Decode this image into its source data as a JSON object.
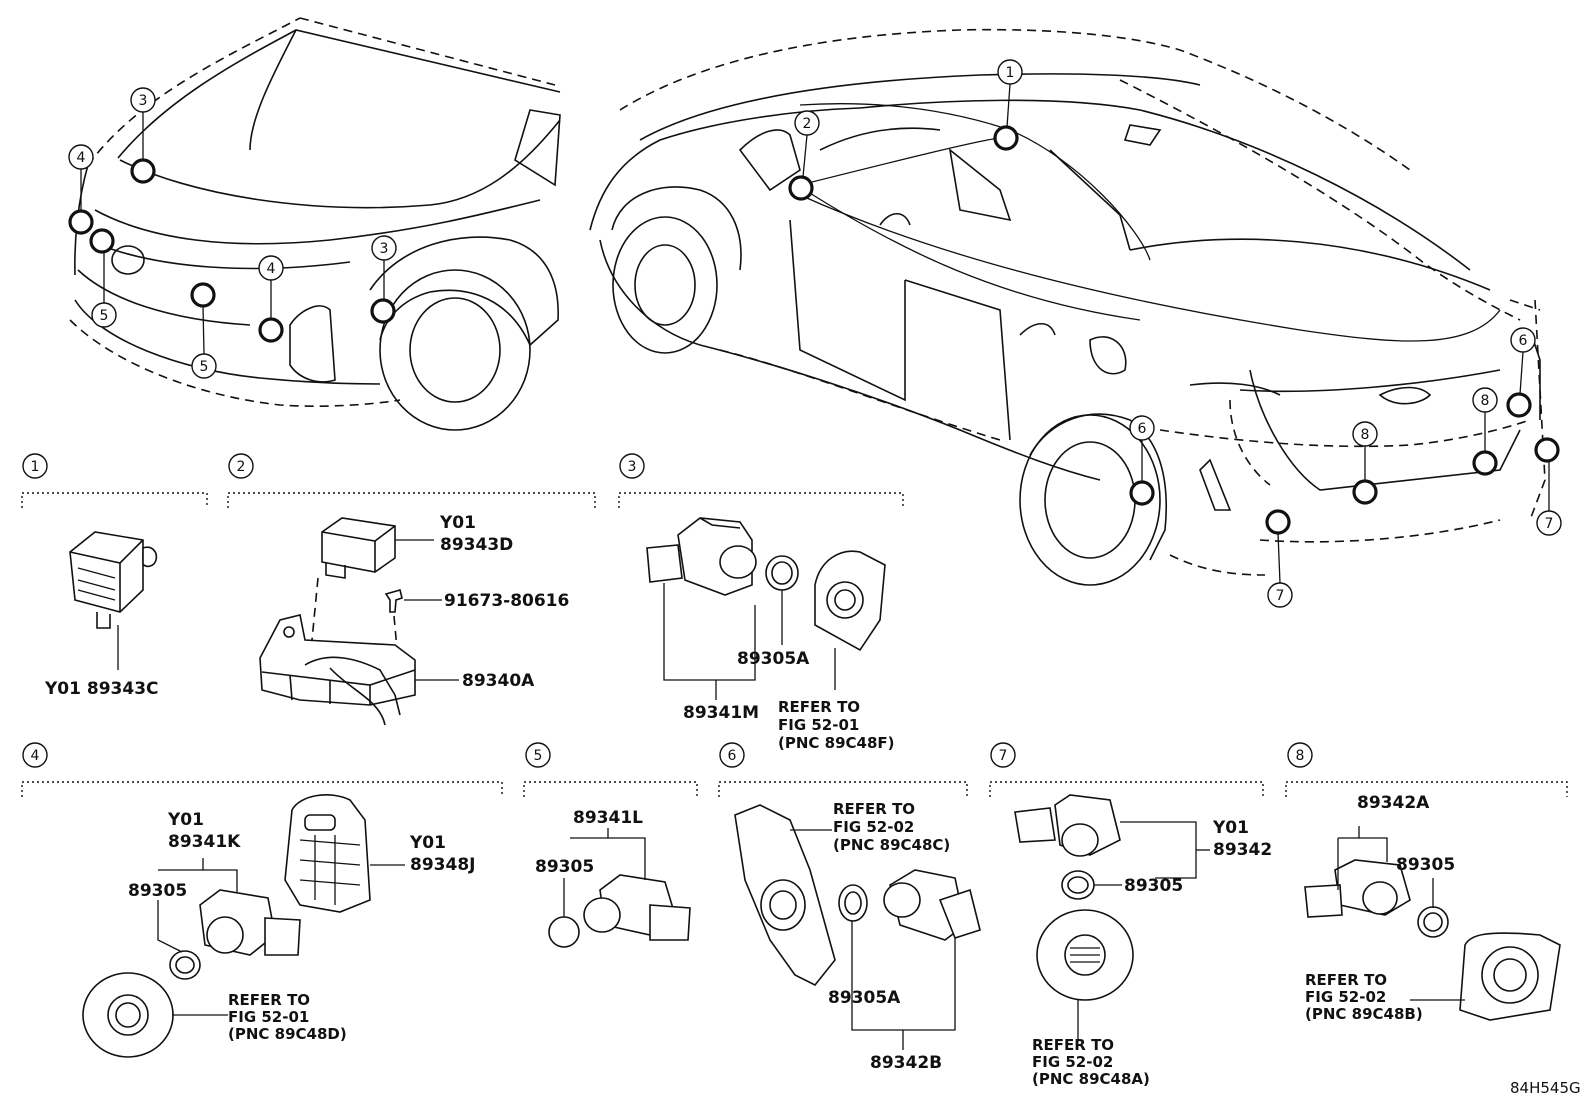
{
  "diagram_id": "84H545G",
  "callout_numbers": [
    "1",
    "2",
    "3",
    "4",
    "5",
    "6",
    "7",
    "8"
  ],
  "groups": [
    {
      "id": "1",
      "parts": [
        {
          "pn": "Y01 89343C"
        }
      ]
    },
    {
      "id": "2",
      "parts": [
        {
          "prefix": "Y01",
          "pn": "89343D"
        },
        {
          "pn": "91673-80616"
        },
        {
          "pn": "89340A"
        }
      ]
    },
    {
      "id": "3",
      "parts": [
        {
          "pn": "89305A"
        },
        {
          "pn": "89341M"
        }
      ],
      "refer": {
        "line1": "REFER TO",
        "line2": "FIG 52-01",
        "line3": "(PNC 89C48F)"
      }
    },
    {
      "id": "4",
      "parts": [
        {
          "prefix": "Y01",
          "pn": "89341K"
        },
        {
          "prefix": "Y01",
          "pn": "89348J"
        },
        {
          "pn": "89305"
        }
      ],
      "refer": {
        "line1": "REFER TO",
        "line2": "FIG 52-01",
        "line3": "(PNC 89C48D)"
      }
    },
    {
      "id": "5",
      "parts": [
        {
          "pn": "89341L"
        },
        {
          "pn": "89305"
        }
      ]
    },
    {
      "id": "6",
      "parts": [
        {
          "pn": "89305A"
        },
        {
          "pn": "89342B"
        }
      ],
      "refer": {
        "line1": "REFER TO",
        "line2": "FIG 52-02",
        "line3": "(PNC 89C48C)"
      }
    },
    {
      "id": "7",
      "parts": [
        {
          "prefix": "Y01",
          "pn": "89342"
        },
        {
          "pn": "89305"
        }
      ],
      "refer": {
        "line1": "REFER TO",
        "line2": "FIG 52-02",
        "line3": "(PNC 89C48A)"
      }
    },
    {
      "id": "8",
      "parts": [
        {
          "pn": "89342A"
        },
        {
          "pn": "89305"
        }
      ],
      "refer": {
        "line1": "REFER TO",
        "line2": "FIG 52-02",
        "line3": "(PNC 89C48B)"
      }
    }
  ]
}
